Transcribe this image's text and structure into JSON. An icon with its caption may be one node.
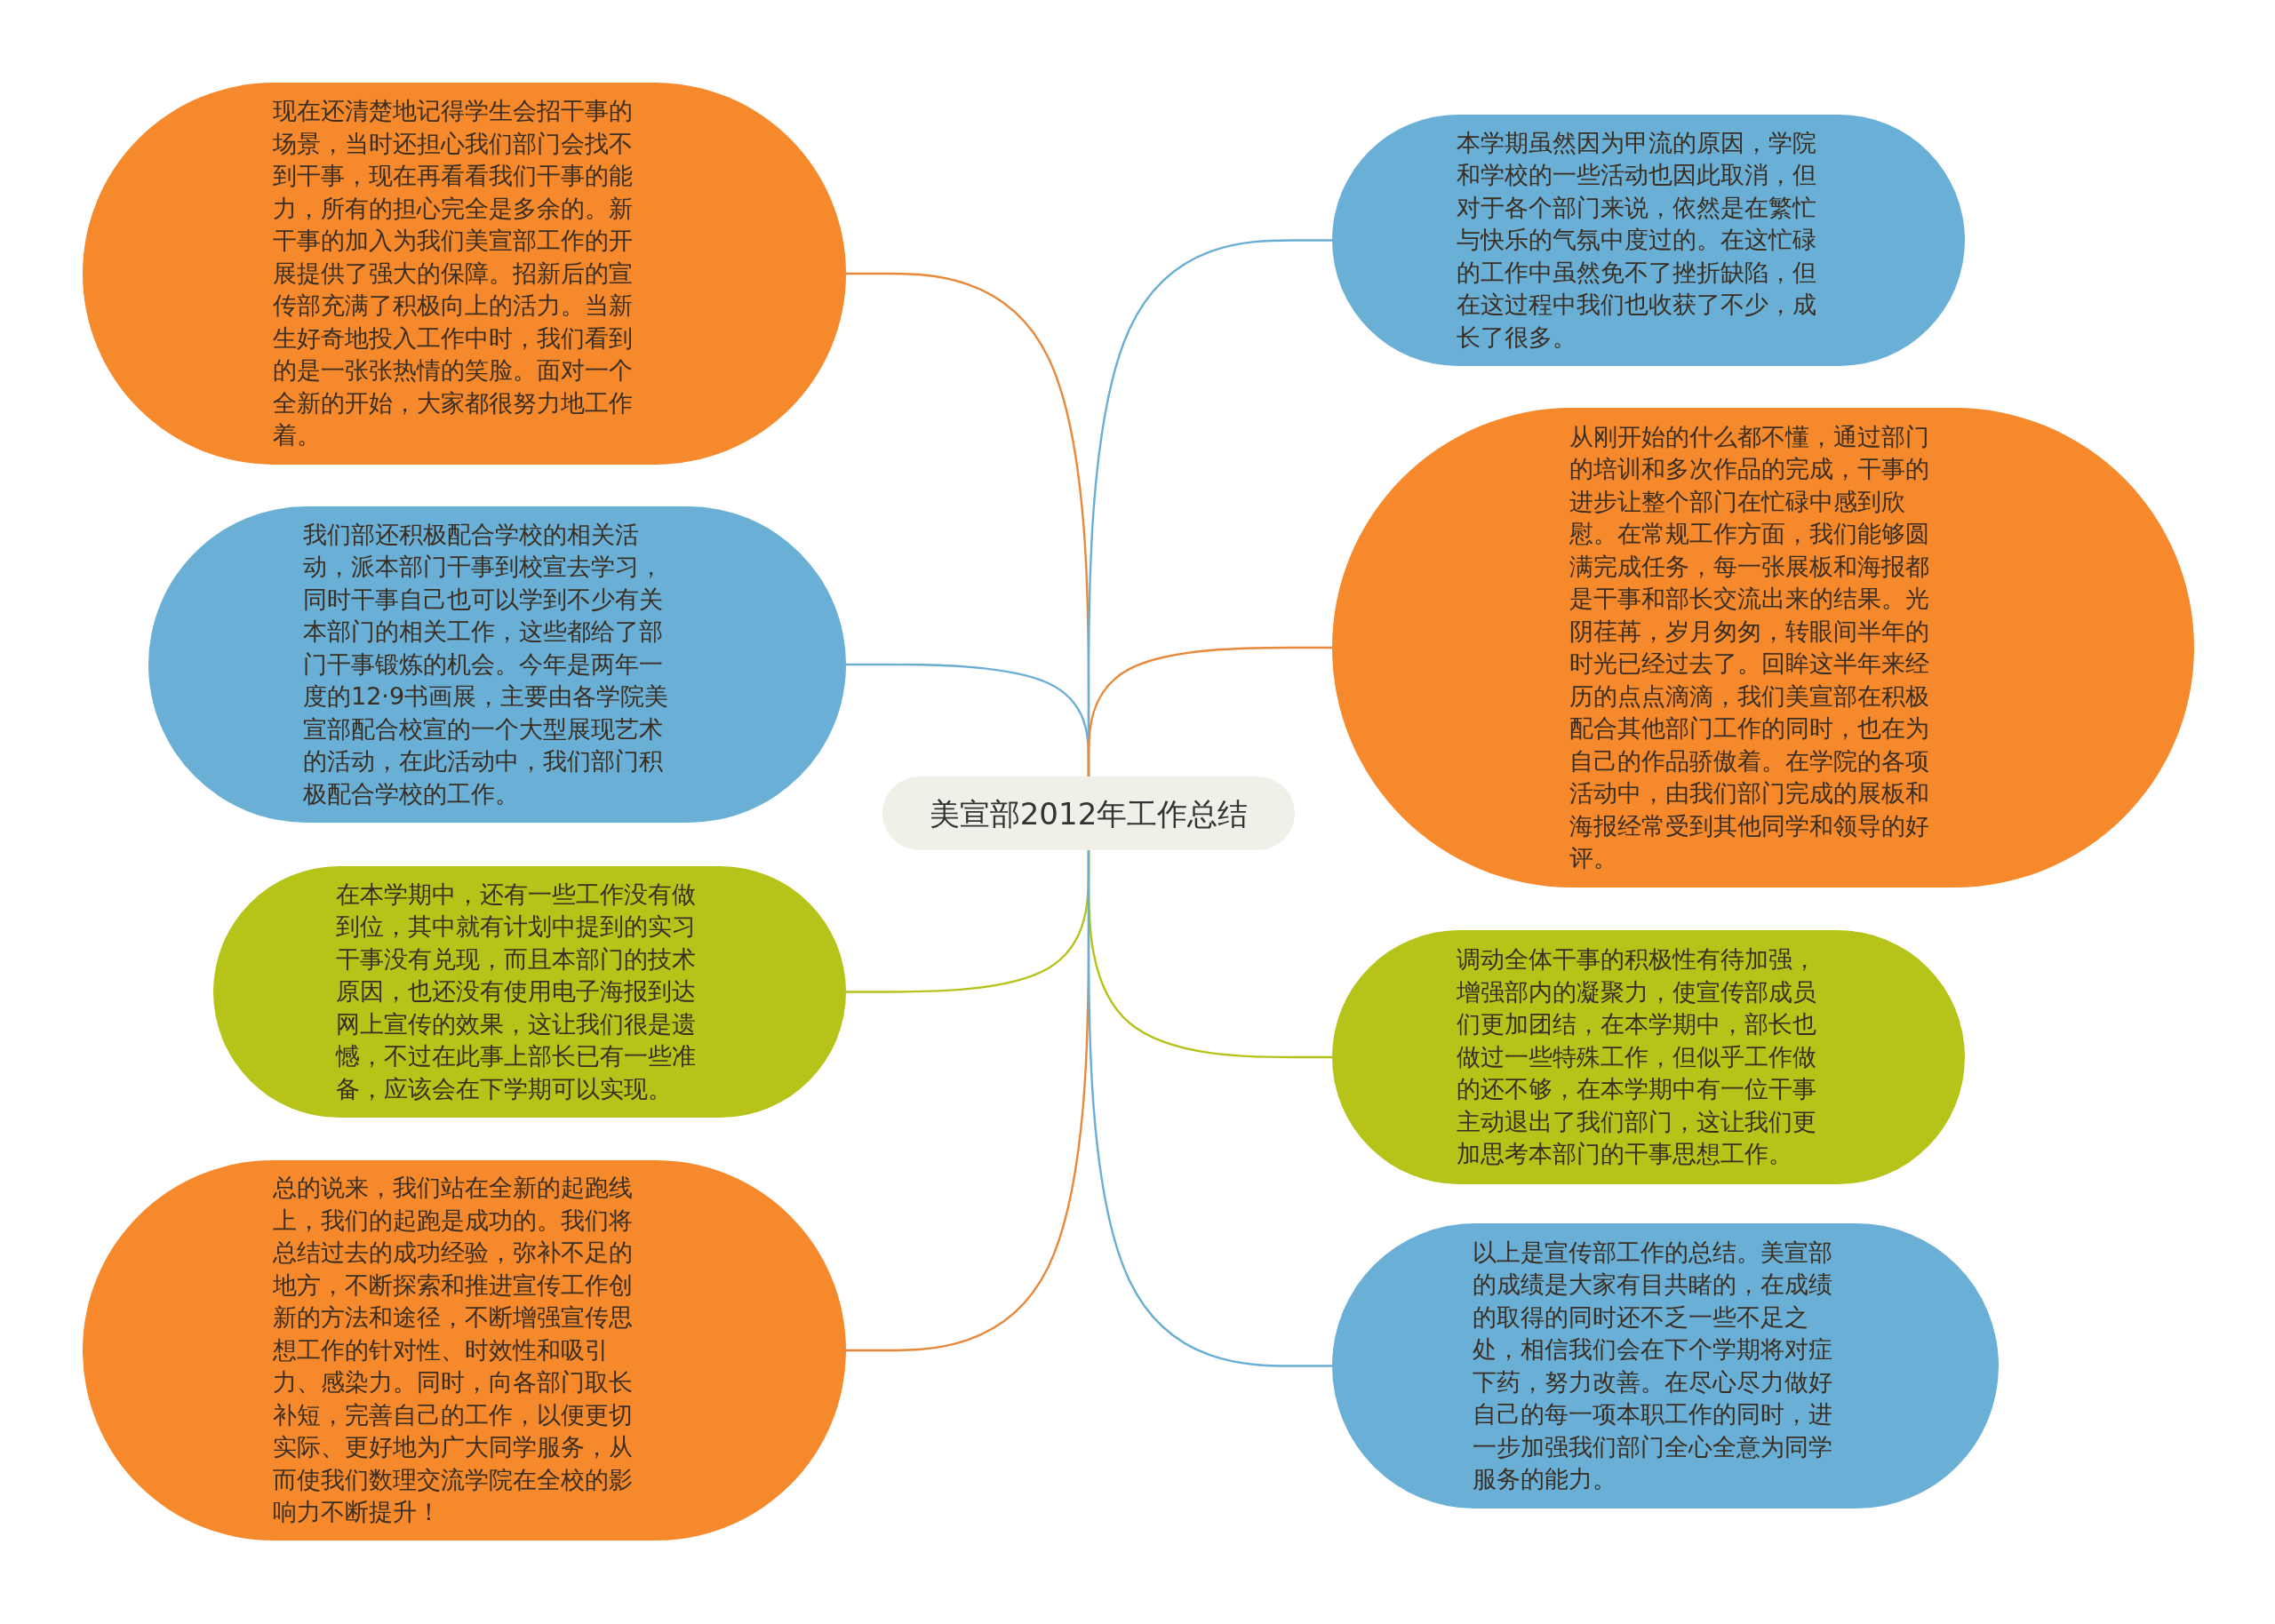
{
  "diagram": {
    "nodes": [
      {
        "text": [
          "美宣部2012年工作总结"
        ]
      },
      {
        "text": [
          "现在还清楚地记得学生会招干事的场景，当时还担心我们部门会找不到干事，现在再看看我们干事的能力，所有的担心完全是多余的。新干事的加入为我们美宣部工作的开展提供了强大的保障。招新后的宣传部充满了积极向上的活力。当新生好奇地投入工作中时，我们看到的是一张张热情的笑脸。面对一个全新的开始，大家都很努力地工作着。"
        ]
      },
      {
        "text": [
          "我们部还积极配合学校的相关活动，派本部门干事到校宣去学习，同时干事自己也可以学到不少有关本部门的相关工作，这些都给了部门干事锻炼的机会。今年是两年一度的12·9书画展，主要由各学院美宣部配合校宣的一个大型展现艺术的活动，在此活动中，我们部门积极配合学校的工作。"
        ]
      },
      {
        "text": [
          "在本学期中，还有一些工作没有做到位，其中就有计划中提到的实习干事没有兑现，而且本部门的技术原因，也还没有使用电子海报到达网上宣传的效果，这让我们很是遗憾，不过在此事上部长已有一些准备，应该会在下学期可以实现。"
        ]
      },
      {
        "text": [
          "总的说来，我们站在全新的起跑线上，我们的起跑是成功的。我们将总结过去的成功经验，弥补不足的地方，不断探索和推进宣传工作创新的方法和途径，不断增强宣传思想工作的针对性、时效性和吸引力、感染力。同时，向各部门取长补短，完善自己的工作，以便更切实际、更好地为广大同学服务，从而使我们数理交流学院在全校的影响力不断提升！"
        ]
      },
      {
        "text": [
          "本学期虽然因为甲流的原因，学院和学校的一些活动也因此取消，但对于各个部门来说，依然是在繁忙与快乐的气氛中度过的。在这忙碌的工作中虽然免不了挫折缺陷，但在这过程中我们也收获了不少，成长了很多。"
        ]
      },
      {
        "text": [
          "从刚开始的什么都不懂，通过部门的培训和多次作品的完成，干事的进步让整个部门在忙碌中感到欣慰。在常规工作方面，我们能够圆满完成任务，每一张展板和海报都是干事和部长交流出来的结果。光阴荏苒，岁月匆匆，转眼间半年的时光已经过去了。回眸这半年来经历的点点滴滴，我们美宣部在积极配合其他部门工作的同时，也在为自己的作品骄傲着。在学院的各项活动中，由我们部门完成的展板和海报经常受到其他同学和领导的好评。"
        ]
      },
      {
        "text": [
          "调动全体干事的积极性有待加强，增强部内的凝聚力，使宣传部成员们更加团结，在本学期中，部长也做过一些特殊工作，但似乎工作做的还不够，在本学期中有一位干事主动退出了我们部门，这让我们更加思考本部门的干事思想工作。"
        ]
      },
      {
        "text": [
          "以上是宣传部工作的总结。美宣部的成绩是大家有目共睹的，在成绩的取得的同时还不乏一些不足之处，相信我们会在下个学期将对症下药，努力改善。在尽心尽力做好自己的每一项本职工作的同时，进一步加强我们部门全心全意为同学服务的能力。"
        ]
      }
    ],
    "edges": [
      {
        "from": 0,
        "to": 1,
        "arrow": "none",
        "color": "#e8883a"
      },
      {
        "from": 0,
        "to": 2,
        "arrow": "none",
        "color": "#6aaed3"
      },
      {
        "from": 0,
        "to": 3,
        "arrow": "none",
        "color": "#b5c21a"
      },
      {
        "from": 0,
        "to": 4,
        "arrow": "none",
        "color": "#e8883a"
      },
      {
        "from": 0,
        "to": 5,
        "arrow": "none",
        "color": "#6aaed3"
      },
      {
        "from": 0,
        "to": 6,
        "arrow": "none",
        "color": "#e8883a"
      },
      {
        "from": 0,
        "to": 7,
        "arrow": "none",
        "color": "#b5c21a"
      },
      {
        "from": 0,
        "to": 8,
        "arrow": "none",
        "color": "#6aaed3"
      }
    ]
  }
}
